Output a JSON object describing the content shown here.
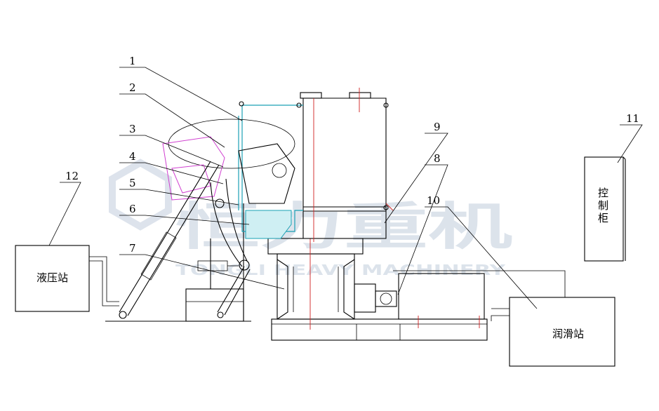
{
  "diagram": {
    "callouts": [
      {
        "n": "1"
      },
      {
        "n": "2"
      },
      {
        "n": "3"
      },
      {
        "n": "4"
      },
      {
        "n": "5"
      },
      {
        "n": "6"
      },
      {
        "n": "7"
      },
      {
        "n": "8"
      },
      {
        "n": "9"
      },
      {
        "n": "10"
      },
      {
        "n": "11"
      },
      {
        "n": "12"
      }
    ],
    "boxes": {
      "hydraulic_station": "液压站",
      "lubrication_station": "润滑站",
      "control_cabinet": "控制柜"
    },
    "watermark": {
      "cn": "恒力重机",
      "en": "TONGLI HEAVY MACHINERY"
    }
  },
  "colors": {
    "line": "#000000",
    "accent_blue": "#1aa0b4",
    "center_red": "#d02020",
    "ghost_magenta": "#d040d0",
    "watermark": "#9db0c8"
  }
}
